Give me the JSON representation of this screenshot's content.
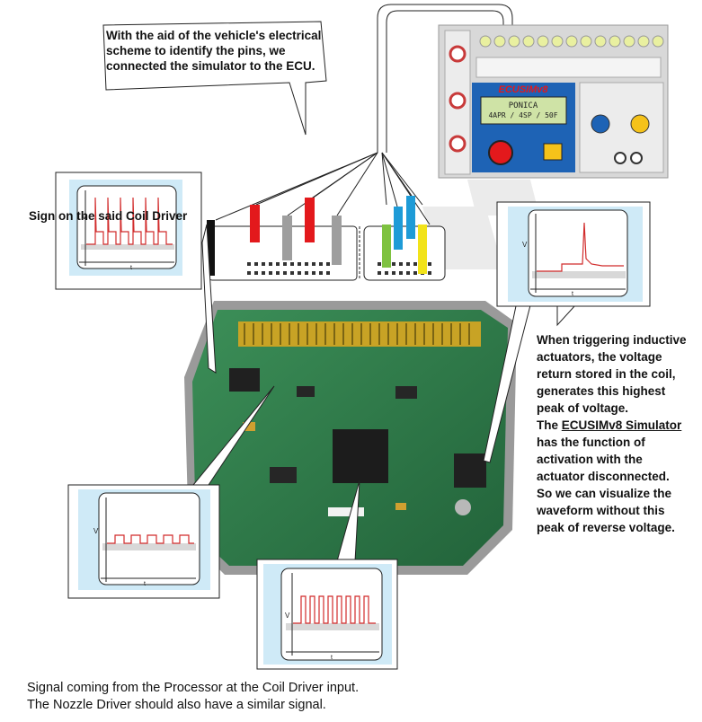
{
  "callouts": {
    "top": "With the aid of the vehicle's electrical scheme to identify the pins, we connected the simulator to the ECU.",
    "coil_driver": "Sign on the said Coil Driver"
  },
  "right_text": {
    "part1": "When triggering inductive actuators, the voltage return stored in the coil, generates this highest peak of voltage.",
    "part2_prefix": "The ",
    "part2_link": "ECUSIMv8 Simulator",
    "part2_suffix": " has the function of activation with the actuator disconnected.",
    "part3": "So we can visualize the waveform without this peak of reverse voltage."
  },
  "bottom_text": {
    "line1": "Signal coming from the Processor at the Coil Driver input.",
    "line2": "The Nozzle Driver should also have a similar signal."
  },
  "simulator": {
    "display_line1": "PONICA",
    "display_line2": "4APR / 4SP / 50F",
    "brand": "ECUSIMv8"
  },
  "scope": {
    "v_label": "V",
    "t_label": "t"
  },
  "colors": {
    "pcb": "#2f7d4a",
    "scope_bg": "#cfeaf7",
    "trace": "#d12b2b",
    "sim_body": "#d8d8d8",
    "sim_blue": "#1e63b5"
  }
}
